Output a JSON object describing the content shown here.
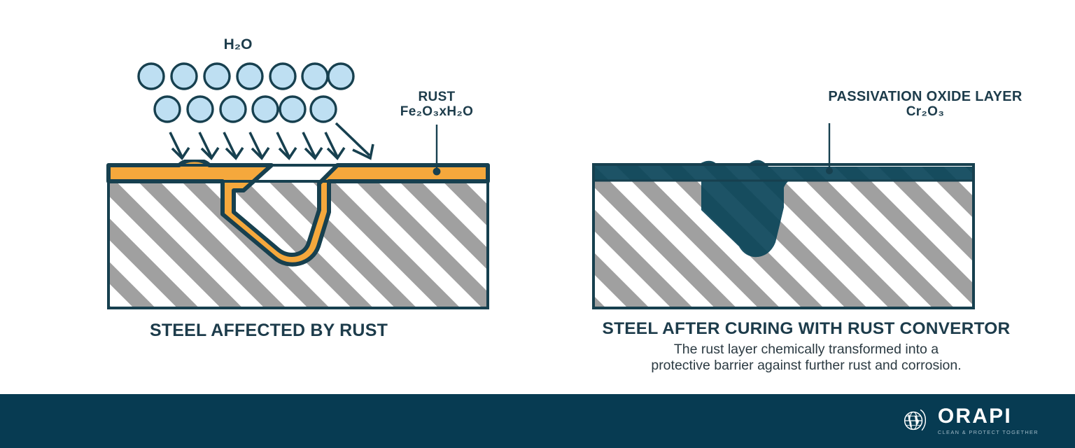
{
  "meta": {
    "background": "#ffffff",
    "ink": "#1d3c4b",
    "rust_color": "#f5a83c",
    "passivation_color": "#1d5366",
    "hatch_color": "#a0a0a0",
    "water_color": "#bedff2",
    "footer_color": "#073b52"
  },
  "left_panel": {
    "h2o_label": "H₂O",
    "water_drops_row1": 7,
    "water_drops_row2": 6,
    "arrows": 8,
    "callout": {
      "line1": "RUST",
      "line2": "Fe₂O₃xH₂O"
    },
    "caption": "STEEL AFFECTED BY RUST"
  },
  "right_panel": {
    "callout": {
      "line1": "PASSIVATION OXIDE LAYER",
      "line2": "Cr₂O₃"
    },
    "caption": "STEEL AFTER CURING WITH RUST CONVERTOR",
    "subcaption_line1": "The rust layer chemically transformed into a",
    "subcaption_line2": "protective barrier against further rust and corrosion."
  },
  "footer": {
    "brand_name": "ORAPI",
    "brand_tagline": "CLEAN & PROTECT TOGETHER"
  }
}
